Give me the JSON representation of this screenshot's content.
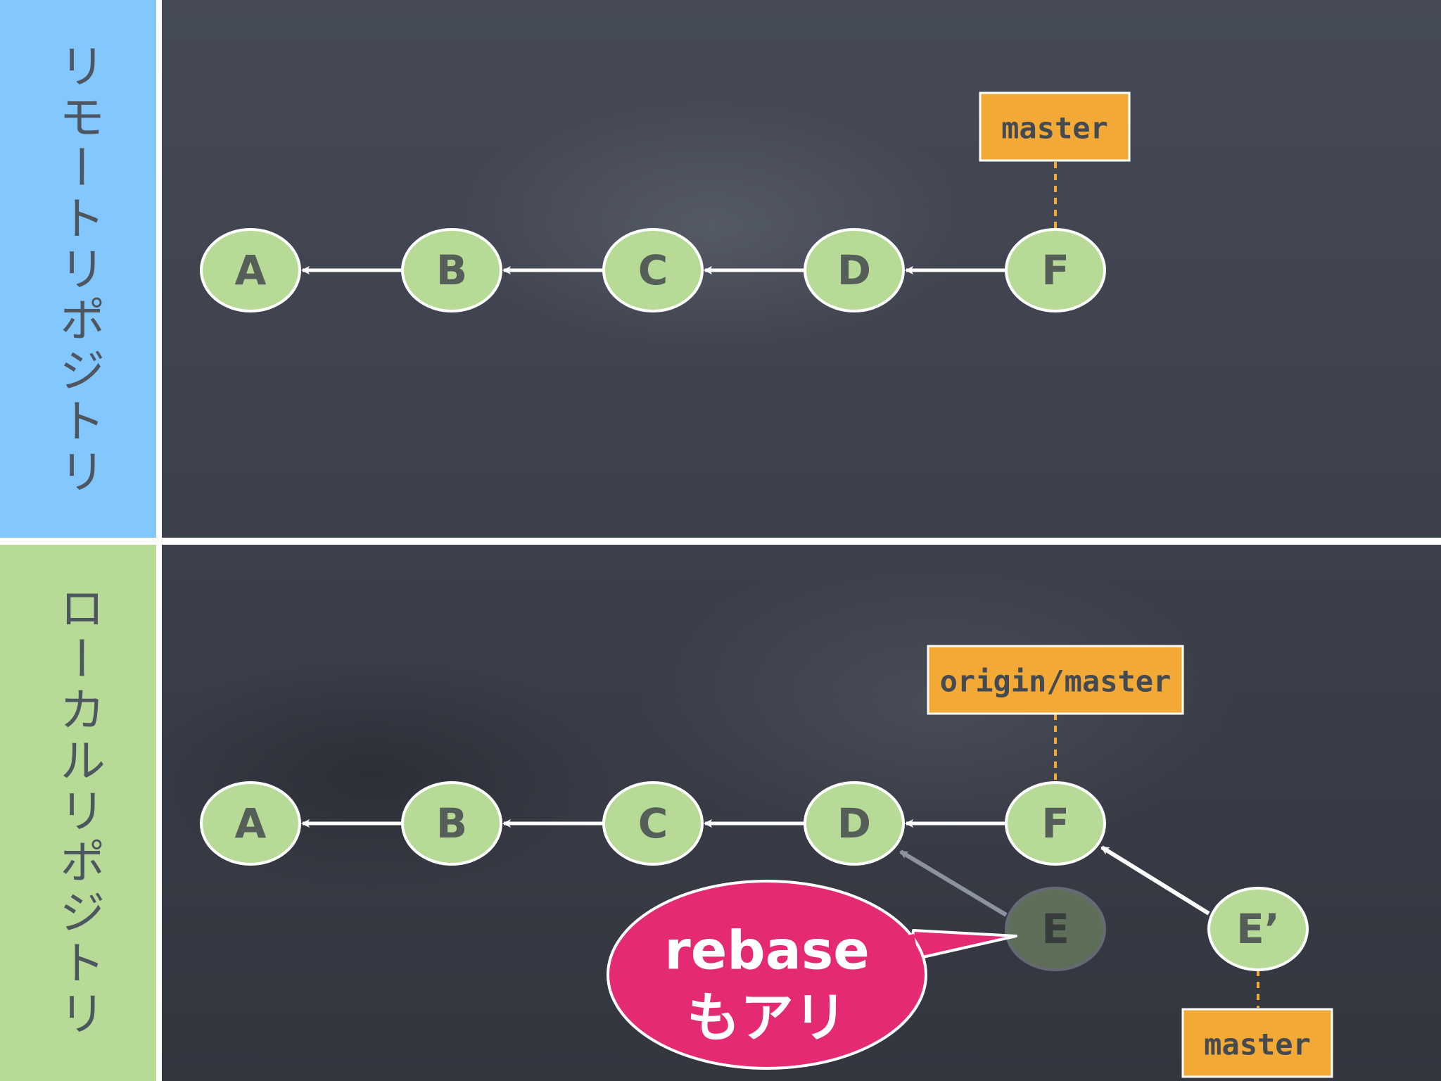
{
  "colors": {
    "remote_panel": "#82c8ff",
    "local_panel": "#b7db97",
    "node_fill": "#b7db97",
    "tag_fill": "#f3a935",
    "bubble_fill": "#e42a72",
    "faded_node": "#5f6b58"
  },
  "remote": {
    "label": "リモートリポジトリ",
    "nodes": [
      "A",
      "B",
      "C",
      "D",
      "F"
    ],
    "branch_label": "master"
  },
  "local": {
    "label": "ローカルリポジトリ",
    "nodes": [
      "A",
      "B",
      "C",
      "D",
      "F"
    ],
    "original_commit": "E",
    "rebased_commit": "E’",
    "origin_label": "origin/master",
    "branch_label": "master"
  },
  "callout": {
    "line1": "rebase",
    "line2": "もアリ"
  }
}
